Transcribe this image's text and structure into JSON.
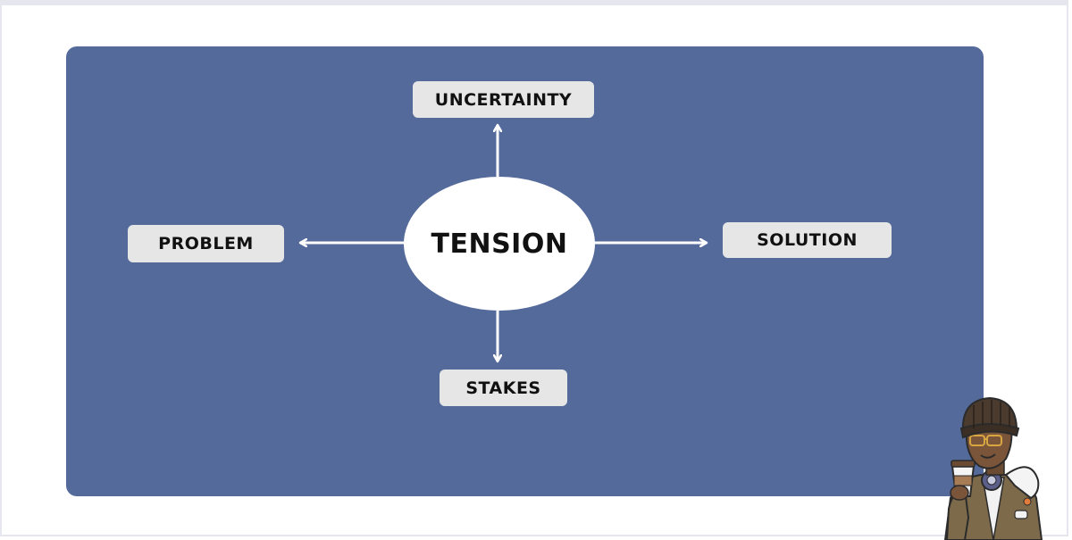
{
  "diagram": {
    "center_label": "TENSION",
    "nodes": {
      "top": "UNCERTAINTY",
      "left": "PROBLEM",
      "right": "SOLUTION",
      "bottom": "STAKES"
    }
  },
  "colors": {
    "panel": "#546a9b",
    "node_fill": "#e6e6e6",
    "arrow": "#ffffff",
    "center_fill": "#ffffff"
  },
  "mascot": {
    "icon": "character-with-coffee-cup-icon"
  }
}
